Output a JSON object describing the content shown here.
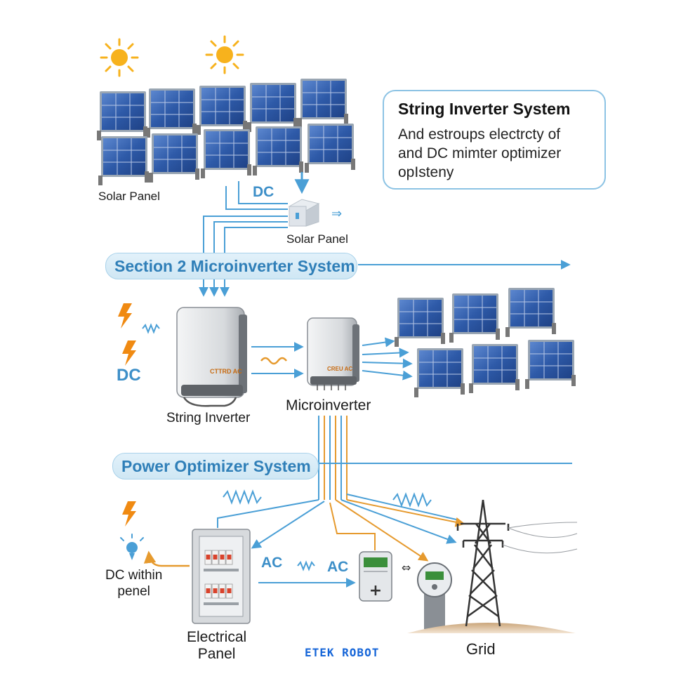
{
  "callout": {
    "title": "String Inverter System",
    "body": "And estroups electrcty of\nand DC mimter optimizer\nopIsteny"
  },
  "labels": {
    "solar_panel_left": "Solar Panel",
    "solar_panel_box": "Solar Panel",
    "dc_top": "DC",
    "dc_left": "DC",
    "string_inverter": "String Inverter",
    "microinverter": "Microinverter",
    "dc_within_panel": "DC within\npenel",
    "electrical_panel": "Electrical\nPanel",
    "ac_left": "AC",
    "ac_right": "AC",
    "grid": "Grid",
    "string_inverter_badge": "CTTRD AC",
    "microinverter_badge": "CREU AC",
    "watermark": "ETEK ROBOT"
  },
  "banners": {
    "section2": "Section 2 Microinverter System",
    "power_optimizer": "Power Optimizer System"
  },
  "colors": {
    "panel_blue": "#2e5aa8",
    "panel_frame": "#9aa6b3",
    "dc_line": "#4a9fd6",
    "ac_line": "#e69a2e",
    "sun": "#f7b21d",
    "lightning": "#f08a12",
    "banner_text": "#2f7fb8",
    "brand": "#1565d8"
  },
  "icons": [
    "sun-icon",
    "lightning-icon",
    "ac-wave-icon",
    "transmission-tower-icon",
    "electric-meter-icon",
    "breaker-icon"
  ]
}
